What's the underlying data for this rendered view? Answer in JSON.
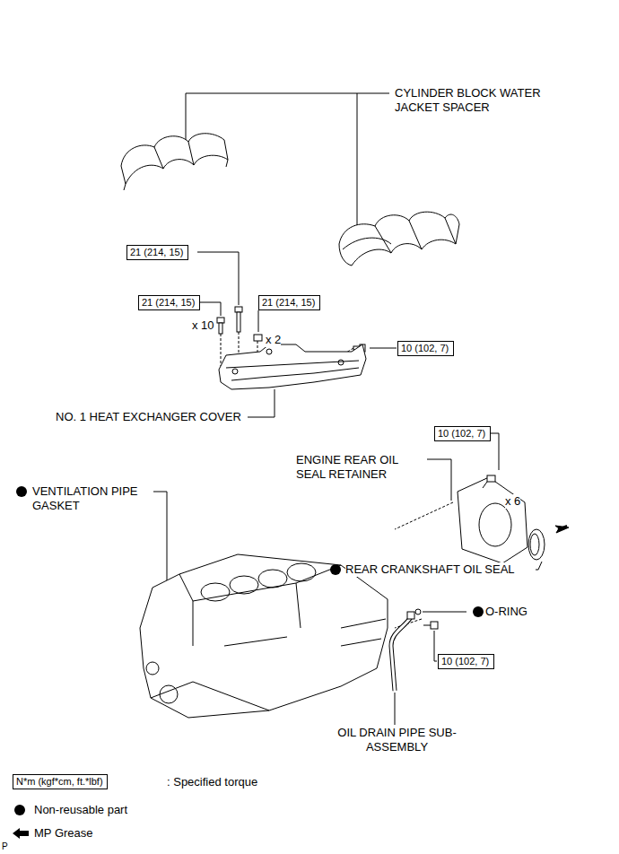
{
  "diagram": {
    "nodes": [
      {
        "text": [
          "21 (214, 15)"
        ]
      },
      {
        "text": [
          "21 (214, 15)"
        ]
      },
      {
        "text": [
          "21 (214, 15)"
        ]
      },
      {
        "text": [
          "10 (102, 7)"
        ]
      },
      {
        "text": [
          "10 (102, 7)"
        ]
      },
      {
        "text": [
          "10 (102, 7)"
        ]
      },
      {
        "text": [
          "N*m (kgf*cm, ft.*lbf)"
        ]
      }
    ],
    "labels": [
      "CYLINDER BLOCK WATER JACKET SPACER",
      "x 10",
      "x 2",
      "NO. 1 HEAT EXCHANGER COVER",
      "ENGINE REAR OIL SEAL RETAINER",
      "x 6",
      "VENTILATION PIPE GASKET",
      "REAR CRANKSHAFT OIL SEAL",
      "O-RING",
      "OIL DRAIN PIPE SUB-ASSEMBLY",
      "P"
    ],
    "legend": [
      {
        "text": ": Specified torque"
      },
      {
        "text": "Non-reusable part"
      },
      {
        "text": "MP Grease"
      }
    ]
  }
}
